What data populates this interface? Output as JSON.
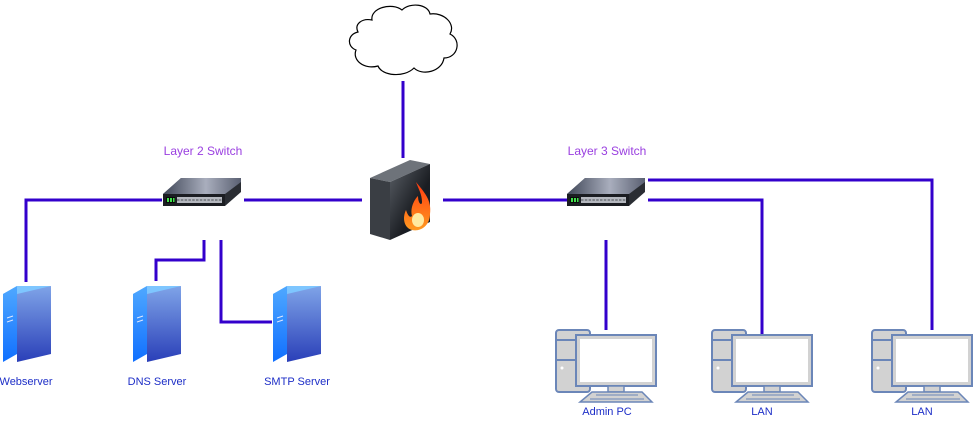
{
  "diagram": {
    "title": "Network topology",
    "link_color": "#3300cc",
    "nodes": {
      "internet": {
        "label": "",
        "icon": "cloud-icon"
      },
      "firewall": {
        "label": "",
        "icon": "firewall-icon"
      },
      "l2_switch": {
        "label": "Layer 2 Switch",
        "icon": "switch-icon"
      },
      "l3_switch": {
        "label": "Layer 3 Switch",
        "icon": "switch-icon"
      },
      "webserver": {
        "label": "Webserver",
        "icon": "server-icon"
      },
      "dns_server": {
        "label": "DNS Server",
        "icon": "server-icon"
      },
      "smtp_server": {
        "label": "SMTP Server",
        "icon": "server-icon"
      },
      "admin_pc": {
        "label": "Admin PC",
        "icon": "desktop-pc-icon"
      },
      "lan_1": {
        "label": "LAN",
        "icon": "desktop-pc-icon"
      },
      "lan_2": {
        "label": "LAN",
        "icon": "desktop-pc-icon"
      }
    },
    "links": [
      {
        "from": "internet",
        "to": "firewall"
      },
      {
        "from": "firewall",
        "to": "l2_switch"
      },
      {
        "from": "firewall",
        "to": "l3_switch"
      },
      {
        "from": "l2_switch",
        "to": "webserver"
      },
      {
        "from": "l2_switch",
        "to": "dns_server"
      },
      {
        "from": "l2_switch",
        "to": "smtp_server"
      },
      {
        "from": "l3_switch",
        "to": "admin_pc"
      },
      {
        "from": "l3_switch",
        "to": "lan_1"
      },
      {
        "from": "l3_switch",
        "to": "lan_2"
      }
    ]
  }
}
